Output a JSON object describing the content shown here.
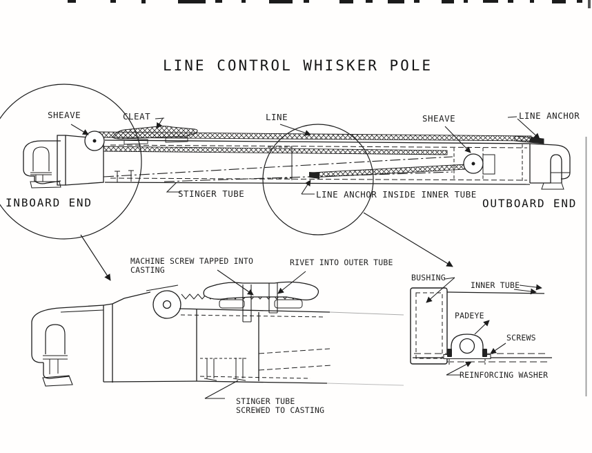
{
  "title": "LINE CONTROL WHISKER POLE",
  "main_view": {
    "labels": {
      "sheave_left": "SHEAVE",
      "cleat": "CLEAT",
      "line": "LINE",
      "sheave_right": "SHEAVE",
      "line_anchor": "LINE ANCHOR",
      "inboard_end": "INBOARD END",
      "stinger_tube": "STINGER TUBE",
      "line_anchor_inside": "LINE ANCHOR INSIDE INNER TUBE",
      "outboard_end": "OUTBOARD END"
    }
  },
  "inboard_detail": {
    "labels": {
      "machine_screw_line1": "MACHINE SCREW TAPPED INTO",
      "machine_screw_line2": "CASTING",
      "rivet": "RIVET INTO OUTER TUBE",
      "stinger_screwed_line1": "STINGER TUBE",
      "stinger_screwed_line2": "SCREWED TO CASTING"
    }
  },
  "outboard_detail": {
    "labels": {
      "bushing": "BUSHING",
      "inner_tube": "INNER TUBE",
      "padeye": "PADEYE",
      "screws": "SCREWS",
      "reinforcing_washer": "REINFORCING WASHER"
    }
  },
  "colors": {
    "ink": "#1c1c1c",
    "paper": "#fffefd"
  }
}
